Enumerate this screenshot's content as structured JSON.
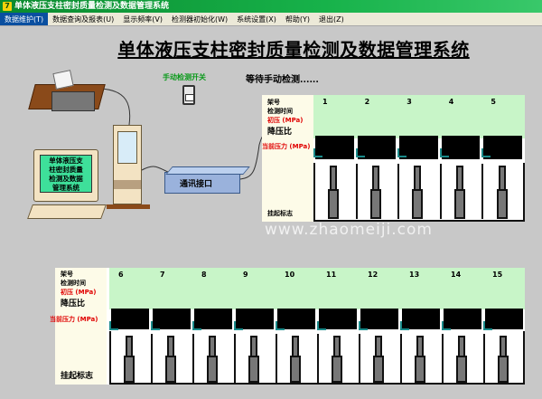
{
  "window": {
    "title": "单体液压支柱密封质量检测及数据管理系统"
  },
  "menu": [
    {
      "label": "数据维护(T)",
      "active": true
    },
    {
      "label": "数据查询及报表(U)"
    },
    {
      "label": "显示频率(V)"
    },
    {
      "label": "检测器初始化(W)"
    },
    {
      "label": "系统设置(X)"
    },
    {
      "label": "帮助(Y)"
    },
    {
      "label": "退出(Z)"
    }
  ],
  "page_title": "单体液压支柱密封质量检测及数据管理系统",
  "manual_switch": {
    "label": "手动检测开关",
    "icon": "switch-icon"
  },
  "status": "等待手动检测......",
  "illustration": {
    "monitor_text": [
      "单体液压支",
      "柱密封质量",
      "检测及数据",
      "管理系统"
    ],
    "comm_label": "通讯接口"
  },
  "panel_labels": {
    "rack_no": "架号",
    "test_time": "检测时间",
    "initial_pressure": "初压 (MPa)",
    "drop_ratio": "降压比",
    "current_pressure": "当前压力 (MPa)",
    "suspend_flag": "挂起标志"
  },
  "upper_panel": {
    "columns": [
      "1",
      "2",
      "3",
      "4",
      "5"
    ]
  },
  "lower_panel": {
    "columns": [
      "6",
      "7",
      "8",
      "9",
      "10",
      "11",
      "12",
      "13",
      "14",
      "15"
    ]
  },
  "colors": {
    "title_bar": "#17b24a",
    "data_header_bg": "#c8f5c8",
    "label_bg": "#fdfbe8",
    "red_label": "#e00000",
    "switch_label": "#0a9a1a"
  },
  "watermark": "www.zhaomeiji.com"
}
